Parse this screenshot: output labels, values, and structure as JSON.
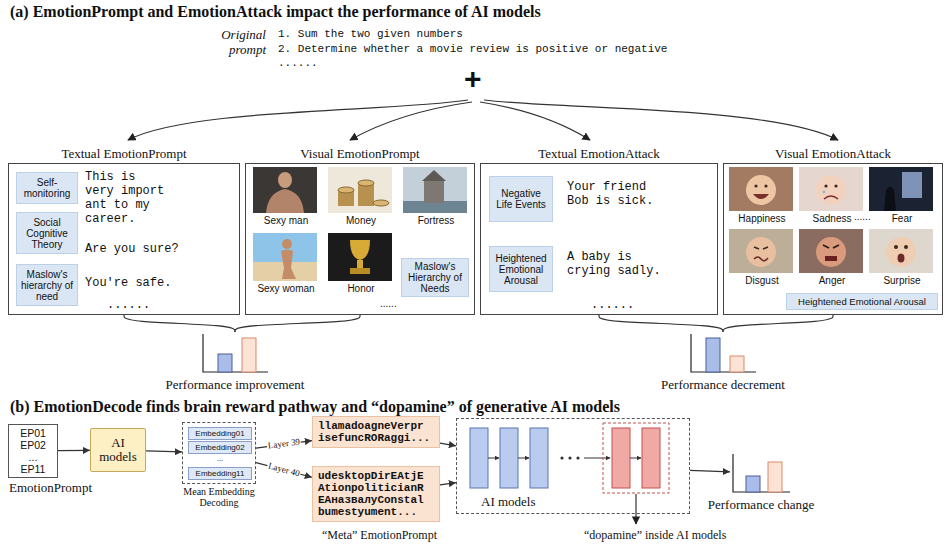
{
  "diagram": {
    "nodes": [
      {
        "text": [
          "Textual EmotionPrompt",
          "This is very import ant to my career.",
          "Are you sure?",
          "You're safe.",
          "......"
        ]
      },
      {
        "text": [
          "Self-monitoring"
        ],
        "in": 0
      },
      {
        "text": [
          "Social Cognitive Theory"
        ],
        "in": 0
      },
      {
        "text": [
          "Maslow's hierarchy of need"
        ],
        "in": 0
      },
      {
        "text": [
          "Visual EmotionPrompt",
          "Sexy man",
          "Money",
          "Fortress",
          "Sexy woman",
          "Honor",
          "......"
        ]
      },
      {
        "text": [
          "Maslow's Hierarchy of Needs"
        ],
        "in": 4
      },
      {
        "text": [
          "Textual EmotionAttack",
          "Your friend Bob is sick.",
          "A baby is crying sadly.",
          "......"
        ]
      },
      {
        "text": [
          "Negative Life Events"
        ],
        "in": 6
      },
      {
        "text": [
          "Heightened Emotional Arousal"
        ],
        "in": 6
      },
      {
        "text": [
          "Visual EmotionAttack",
          "Happiness",
          "Sadness",
          "......",
          "Fear",
          "Disgust",
          "Anger",
          "Surprise"
        ]
      },
      {
        "text": [
          "Heightened Emotional Arousal"
        ],
        "in": 9
      },
      {
        "text": [
          "Performance improvement"
        ]
      },
      {
        "text": [
          "Performance decrement"
        ]
      },
      {
        "text": [
          "EP01 EP02 ... EP11",
          "EmotionPrompt"
        ]
      },
      {
        "text": [
          "AI models"
        ]
      },
      {
        "text": [
          "Mean Embedding Decoding",
          "..."
        ]
      },
      {
        "text": [
          "Embedding01"
        ],
        "in": 15
      },
      {
        "text": [
          "Embedding02"
        ],
        "in": 15
      },
      {
        "text": [
          "Embedding11"
        ],
        "in": 15
      },
      {
        "text": [
          "llamadoagneVerpr isefuncRORaggi..."
        ]
      },
      {
        "text": [
          "udesktopDirEAtjE AtionpoliticianR EAназвалуConstal bumestyument..."
        ]
      },
      {
        "text": [
          "AI models"
        ]
      },
      {
        "text": [
          "Performance change"
        ]
      }
    ],
    "edges": [
      {
        "from": 0,
        "to": 11,
        "arrow": "none"
      },
      {
        "from": 4,
        "to": 11,
        "arrow": "none"
      },
      {
        "from": 6,
        "to": 12,
        "arrow": "none"
      },
      {
        "from": 9,
        "to": 12,
        "arrow": "none"
      },
      {
        "from": 13,
        "to": 14,
        "arrow": "to"
      },
      {
        "from": 14,
        "to": 15,
        "arrow": "to"
      },
      {
        "from": 15,
        "to": 19,
        "label": "Layer 39",
        "arrow": "to"
      },
      {
        "from": 15,
        "to": 20,
        "label": "Layer 40",
        "arrow": "to"
      },
      {
        "from": 19,
        "to": 21,
        "arrow": "to"
      },
      {
        "from": 20,
        "to": 21,
        "arrow": "to"
      },
      {
        "from": 21,
        "to": 22,
        "arrow": "to"
      }
    ],
    "labels": [
      "(a) EmotionPrompt and EmotionAttack impact the performance of AI models",
      "Original prompt",
      "1. Sum the two given numbers",
      "2. Determine whether a movie review is positive or negative",
      "......",
      "+",
      "(b) EmotionDecode finds brain reward pathway and “dopamine” of generative AI models",
      "“Meta” EmotionPrompt",
      "“dopamine” inside AI models"
    ]
  }
}
